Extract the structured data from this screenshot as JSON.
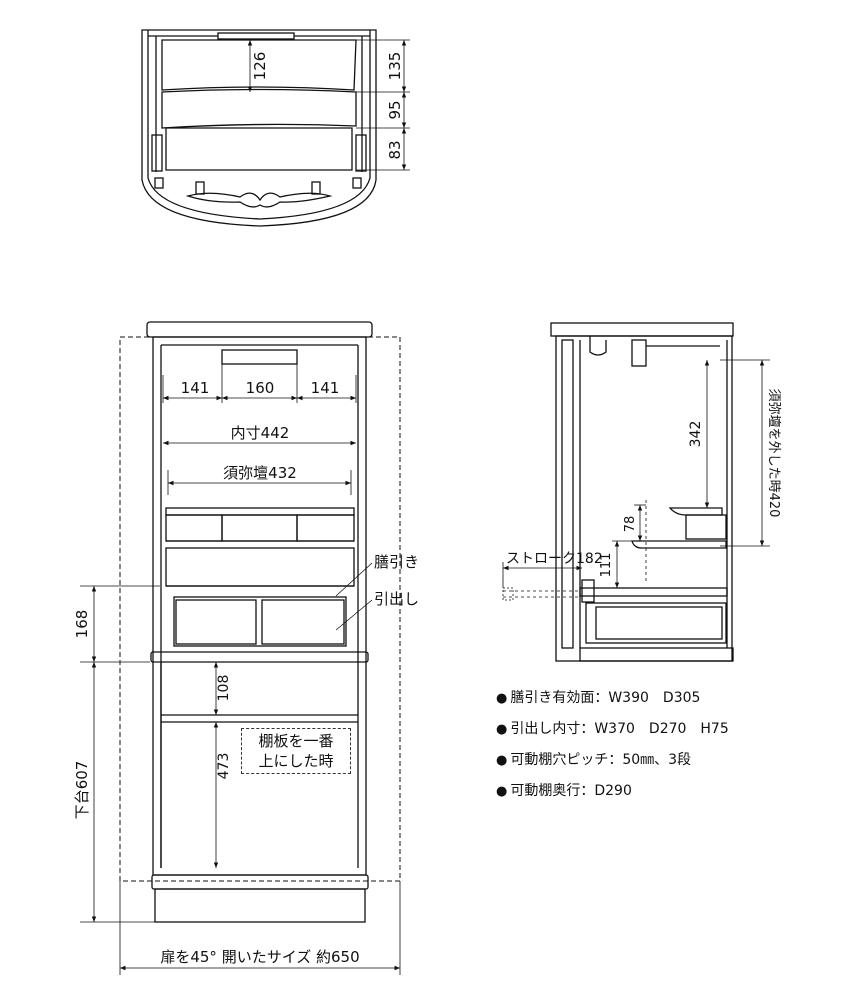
{
  "top_view": {
    "dims": [
      "126",
      "135",
      "95",
      "83"
    ]
  },
  "front_view": {
    "widths": [
      "141",
      "160",
      "141"
    ],
    "inner_width": "内寸442",
    "sumidan": "須弥壇432",
    "dim_168": "168",
    "dim_108": "108",
    "dim_473": "473",
    "shita_dai": "下台607",
    "door_open": "扉を45° 開いたサイズ 約650",
    "label_zenbiki": "膳引き",
    "label_hikidashi": "引出し",
    "note_line1": "棚板を一番",
    "note_line2": "上にした時"
  },
  "side_view": {
    "dim_342": "342",
    "dim_78": "78",
    "dim_111": "111",
    "stroke": "ストローク182",
    "sumidan_removed": "須弥壇を外した時420"
  },
  "specs": [
    "膳引き有効面：W390　D305",
    "引出し内寸：W370　D270　H75",
    "可動棚穴ピッチ：50㎜、3段",
    "可動棚奥行：D290"
  ]
}
